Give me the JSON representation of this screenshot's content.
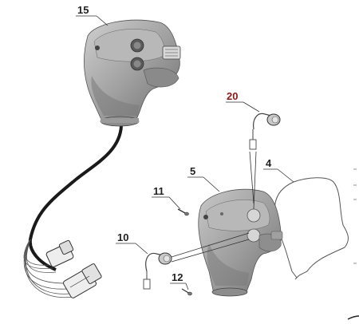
{
  "callouts": [
    {
      "id": "15",
      "label": "15",
      "part": "handle-assembly"
    },
    {
      "id": "20",
      "label": "20",
      "part": "pushbutton-switch",
      "highlight": true
    },
    {
      "id": "4",
      "label": "4",
      "part": "wire-bracket"
    },
    {
      "id": "5",
      "label": "5",
      "part": "handle-housing"
    },
    {
      "id": "11",
      "label": "11",
      "part": "screw-upper"
    },
    {
      "id": "10",
      "label": "10",
      "part": "pushbutton-switch-lower"
    },
    {
      "id": "12",
      "label": "12",
      "part": "screw-lower"
    }
  ],
  "colors": {
    "housing": "#9a9a9a",
    "housing_dark": "#6f6f6f",
    "housing_light": "#c4c4c4",
    "cable": "#1a1a1a",
    "highlight_label": "#8b1a1a"
  }
}
